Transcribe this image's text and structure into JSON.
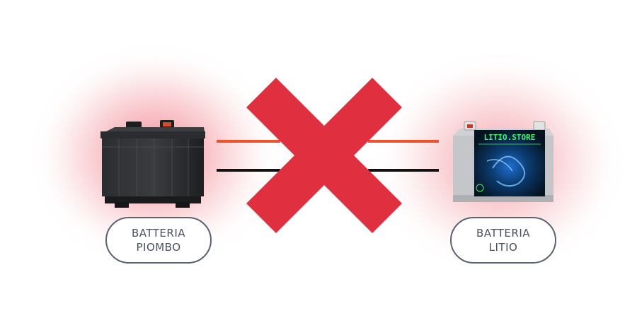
{
  "labels": {
    "lead": {
      "line1": "BATTERIA",
      "line2": "PIOMBO"
    },
    "lithium": {
      "line1": "BATTERIA",
      "line2": "LITIO"
    }
  },
  "lithium_battery_brand": "LITIO.STORE",
  "icons": {
    "cross": "no-connection-x-icon",
    "lead_battery": "lead-acid-battery-icon",
    "lithium_battery": "lithium-battery-icon"
  },
  "colors": {
    "cross": "#e0303f",
    "wire_positive": "#f0522e",
    "wire_negative": "#111111",
    "glow": "#e83040",
    "pill_border": "#5b6270",
    "pill_text": "#4a505d"
  }
}
